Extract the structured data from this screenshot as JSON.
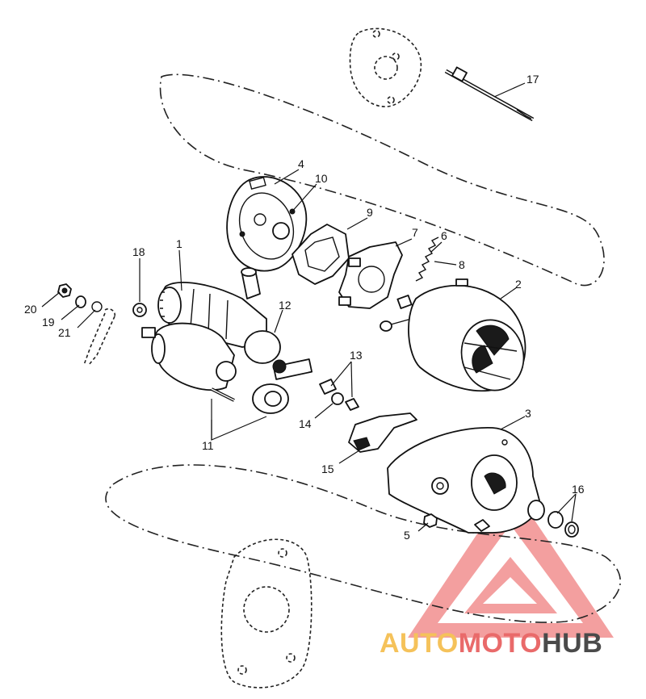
{
  "callouts": [
    "1",
    "2",
    "3",
    "4",
    "5",
    "6",
    "7",
    "8",
    "9",
    "10",
    "11",
    "12",
    "13",
    "14",
    "15",
    "16",
    "17",
    "18",
    "19",
    "20",
    "21"
  ],
  "watermark": {
    "part1": "AUTO",
    "part2": "MOTO",
    "part3": "HUB"
  },
  "colors": {
    "line": "#111111",
    "watermark_triangle": "#f08080",
    "watermark_auto": "#f5c25a",
    "watermark_moto": "#e96a6a",
    "watermark_hub": "#4a4a4a"
  }
}
